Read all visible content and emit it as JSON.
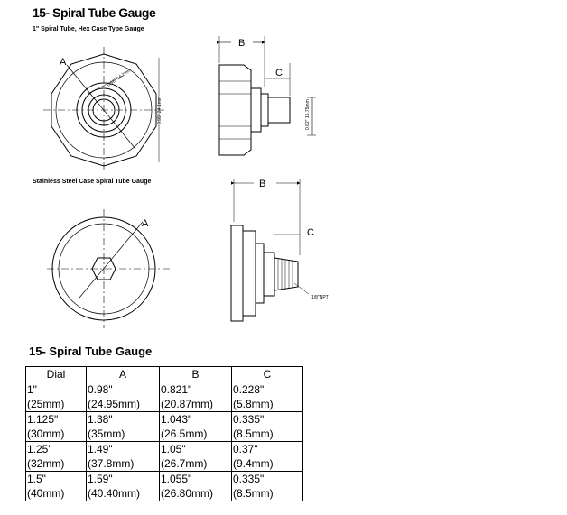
{
  "header": {
    "title": "15- Spiral Tube Gauge"
  },
  "drawings": {
    "hex_caption": "1\" Spiral Tube, Hex Case Type Gauge",
    "ss_caption": "Stainless Steel Case Spiral Tube Gauge",
    "label_a": "A",
    "label_b": "B",
    "label_c": "C",
    "hex_dim_inner": "0.56\" 14.2mm",
    "hex_dim_front": "0.99\" 24.1mm",
    "hex_dim_side": "0.62\" 15.75mm",
    "thread_note": "1/8\"NPT"
  },
  "table": {
    "title": "15- Spiral Tube Gauge",
    "headers": [
      "Dial",
      "A",
      "B",
      "C"
    ],
    "rows": [
      [
        [
          "1\"",
          "(25mm)"
        ],
        [
          "0.98\"",
          "(24.95mm)"
        ],
        [
          "0.821\"",
          "(20.87mm)"
        ],
        [
          "0.228\"",
          "(5.8mm)"
        ]
      ],
      [
        [
          "1.125\"",
          "(30mm)"
        ],
        [
          "1.38\"",
          "(35mm)"
        ],
        [
          "1.043\"",
          "(26.5mm)"
        ],
        [
          "0.335\"",
          "(8.5mm)"
        ]
      ],
      [
        [
          "1.25\"",
          "(32mm)"
        ],
        [
          "1.49\"",
          "(37.8mm)"
        ],
        [
          "1.05\"",
          "(26.7mm)"
        ],
        [
          "0.37\"",
          "(9.4mm)"
        ]
      ],
      [
        [
          "1.5\"",
          "(40mm)"
        ],
        [
          "1.59\"",
          "(40.40mm)"
        ],
        [
          "1.055\"",
          "(26.80mm)"
        ],
        [
          "0.335\"",
          "(8.5mm)"
        ]
      ]
    ]
  }
}
